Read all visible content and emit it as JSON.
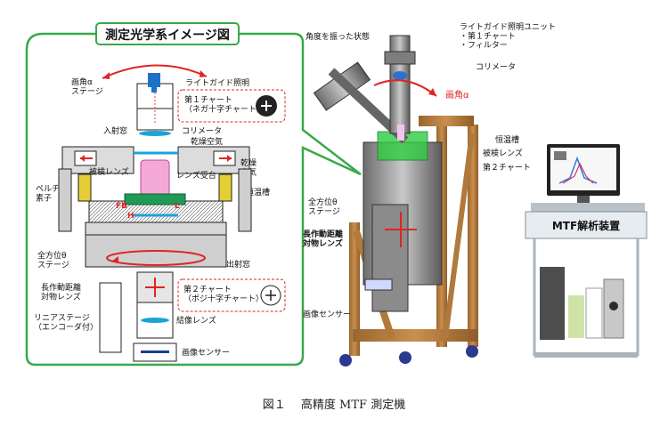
{
  "panel": {
    "title": "測定光学系イメージ図",
    "labels": {
      "angle_stage": "画角α\nステージ",
      "light_guide": "ライトガイド照明",
      "chart1": "第１チャート\n（ネガ十字チャート）",
      "entrance_window": "入射窓",
      "collimator": "コリメータ",
      "dry_air_top": "乾燥空気",
      "dry_air_right": "乾燥\n空気",
      "test_lens": "被検レンズ",
      "lens_holder": "レンズ受台",
      "peltier": "ペルチェ\n素子",
      "thermostat": "恒温槽",
      "fb": "FB",
      "h": "H",
      "l": "L",
      "theta_stage": "全方位θ\nステージ",
      "exit_window": "出射窓",
      "objective": "長作動距離\n対物レンズ",
      "chart2": "第２チャート\n（ポジ十字チャート）",
      "linear_stage": "リニアステージ\n（エンコーダ付）",
      "imaging_lens": "結像レンズ",
      "image_sensor": "画像センサー"
    }
  },
  "machine": {
    "labels": {
      "tilted_state": "角度を振った状態",
      "light_unit": "ライトガイド照明ユニット\n・第１チャート\n・フィルター",
      "collimator": "コリメータ",
      "angle": "画角α",
      "thermostat": "恒温槽",
      "test_lens": "被検レンズ",
      "chart2": "第２チャート",
      "theta_stage": "全方位θ\nステージ",
      "objective": "長作動距離\n対物レンズ",
      "sensor": "画像センサー"
    },
    "analyzer": "MTF解析装置"
  },
  "caption": "図１　 高精度 MTF 測定機",
  "colors": {
    "panel_border": "#3aa84a",
    "accent_red": "#e02424",
    "lens_pink": "#f4a8d8",
    "cyan": "#1aa3d9",
    "wood": "#b07a3c",
    "green_chamber": "#2ecc40"
  }
}
